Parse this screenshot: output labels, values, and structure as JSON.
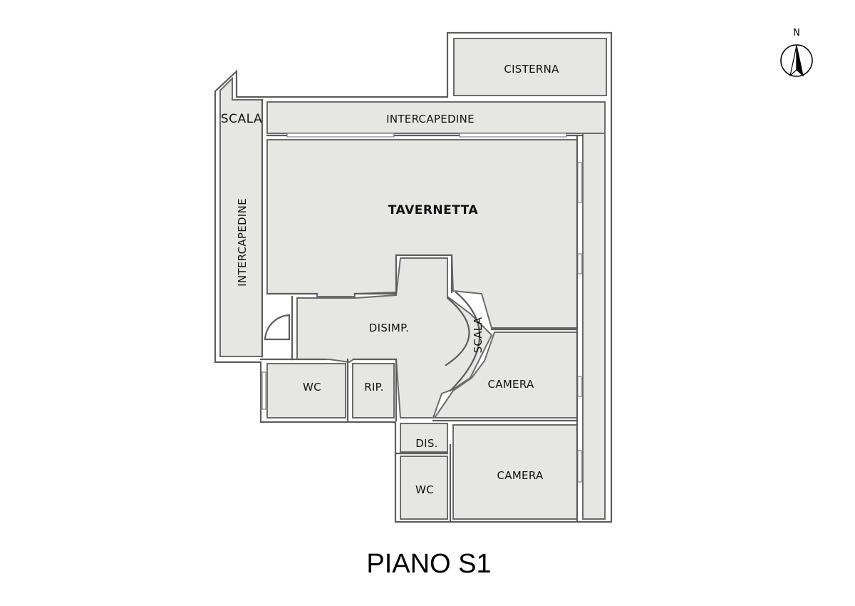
{
  "title": "PIANO S1",
  "north_label": "N",
  "rooms": {
    "cisterna": "CISTERNA",
    "intercapedine_top": "INTERCAPEDINE",
    "scala_left": "SCALA",
    "intercapedine_left": "INTERCAPEDINE",
    "tavernetta": "TAVERNETTA",
    "disimp": "DISIMP.",
    "scala_center": "SCALA",
    "wc_1": "WC",
    "rip": "RIP.",
    "camera_1": "CAMERA",
    "dis": "DIS.",
    "wc_2": "WC",
    "camera_2": "CAMERA"
  },
  "colors": {
    "room_fill": "#e6e6e3",
    "wall": "#5c5c5c"
  }
}
